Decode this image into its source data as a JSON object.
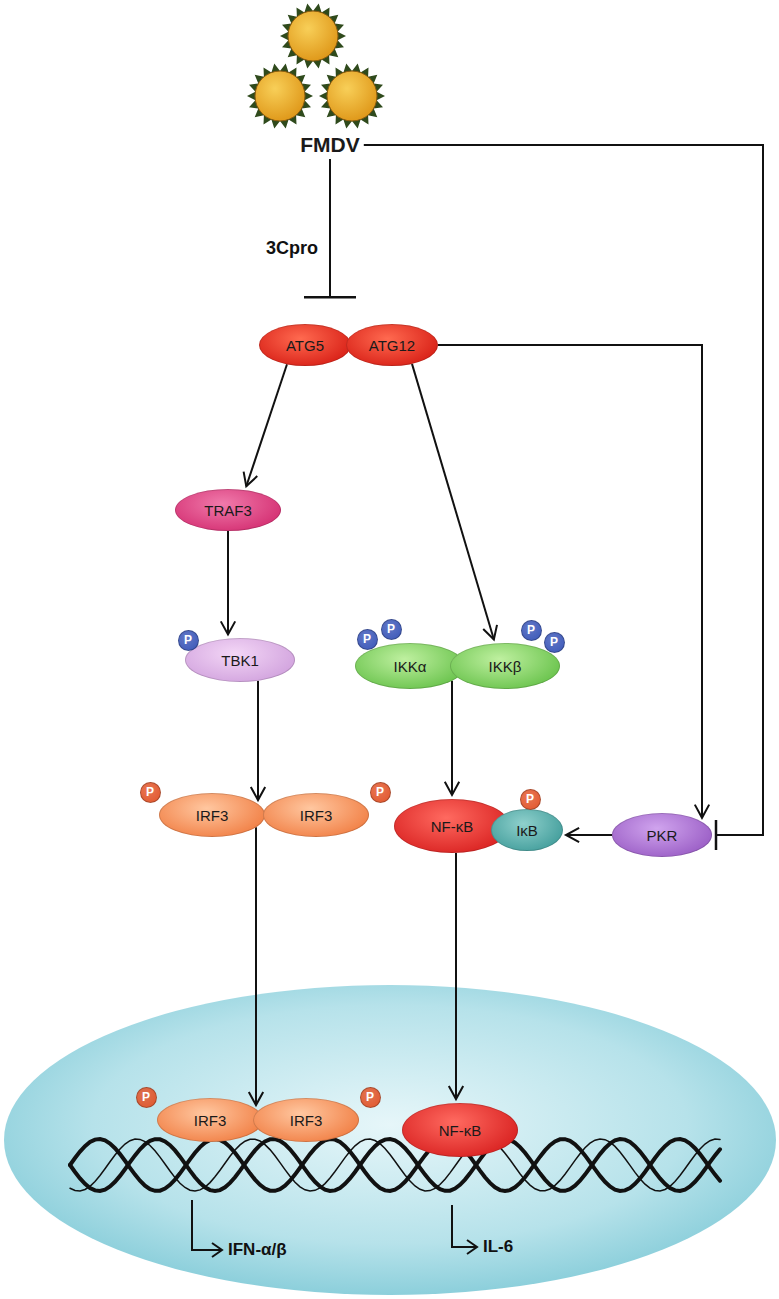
{
  "diagram": {
    "nodes": [
      {
        "text": [
          "FMDV"
        ]
      },
      {
        "text": [
          "ATG5"
        ]
      },
      {
        "text": [
          "ATG12"
        ]
      },
      {
        "text": [
          "TRAF3"
        ]
      },
      {
        "text": [
          "TBK1"
        ]
      },
      {
        "text": [
          "IKKα"
        ]
      },
      {
        "text": [
          "IKKβ"
        ]
      },
      {
        "text": [
          "IRF3"
        ]
      },
      {
        "text": [
          "IRF3"
        ]
      },
      {
        "text": [
          "NF-κB"
        ]
      },
      {
        "text": [
          "IκB"
        ]
      },
      {
        "text": [
          "PKR"
        ]
      },
      {
        "text": [
          "IRF3"
        ]
      },
      {
        "text": [
          "IRF3"
        ]
      },
      {
        "text": [
          "NF-κB"
        ]
      }
    ],
    "edges": [
      {
        "from": 0,
        "to": 1,
        "label": "3Cpro",
        "arrow": "to"
      },
      {
        "from": 1,
        "to": 3,
        "arrow": "to"
      },
      {
        "from": 2,
        "to": 6,
        "arrow": "to"
      },
      {
        "from": 2,
        "to": 11,
        "arrow": "to"
      },
      {
        "from": 0,
        "to": 11,
        "arrow": "to"
      },
      {
        "from": 3,
        "to": 4,
        "arrow": "to"
      },
      {
        "from": 4,
        "to": 7,
        "arrow": "to"
      },
      {
        "from": 5,
        "to": 9,
        "arrow": "to"
      },
      {
        "from": 11,
        "to": 10,
        "arrow": "to"
      },
      {
        "from": 7,
        "to": 12,
        "arrow": "to"
      },
      {
        "from": 9,
        "to": 14,
        "arrow": "to"
      }
    ],
    "labels": [
      "P",
      "P",
      "P",
      "P",
      "P",
      "P",
      "P",
      "P",
      "P",
      "P",
      "IFN-α/β",
      "IL-6"
    ]
  }
}
